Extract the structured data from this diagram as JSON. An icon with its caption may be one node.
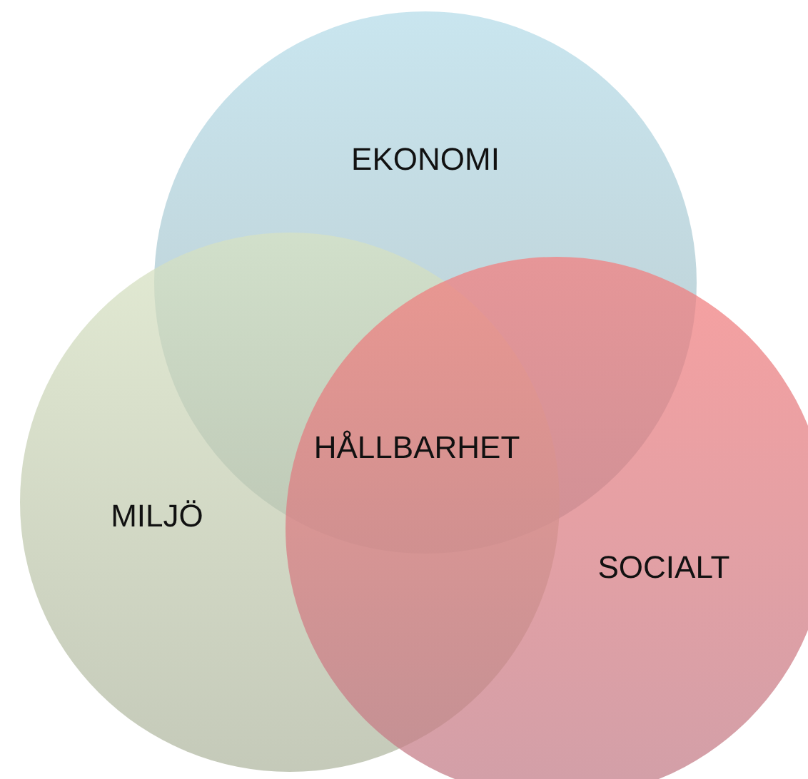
{
  "diagram": {
    "nodes": [
      {
        "text": [
          "EKONOMI"
        ]
      },
      {
        "text": [
          "MILJÖ"
        ]
      },
      {
        "text": [
          "SOCIALT"
        ]
      }
    ],
    "labels": [
      "HÅLLBARHET"
    ]
  }
}
